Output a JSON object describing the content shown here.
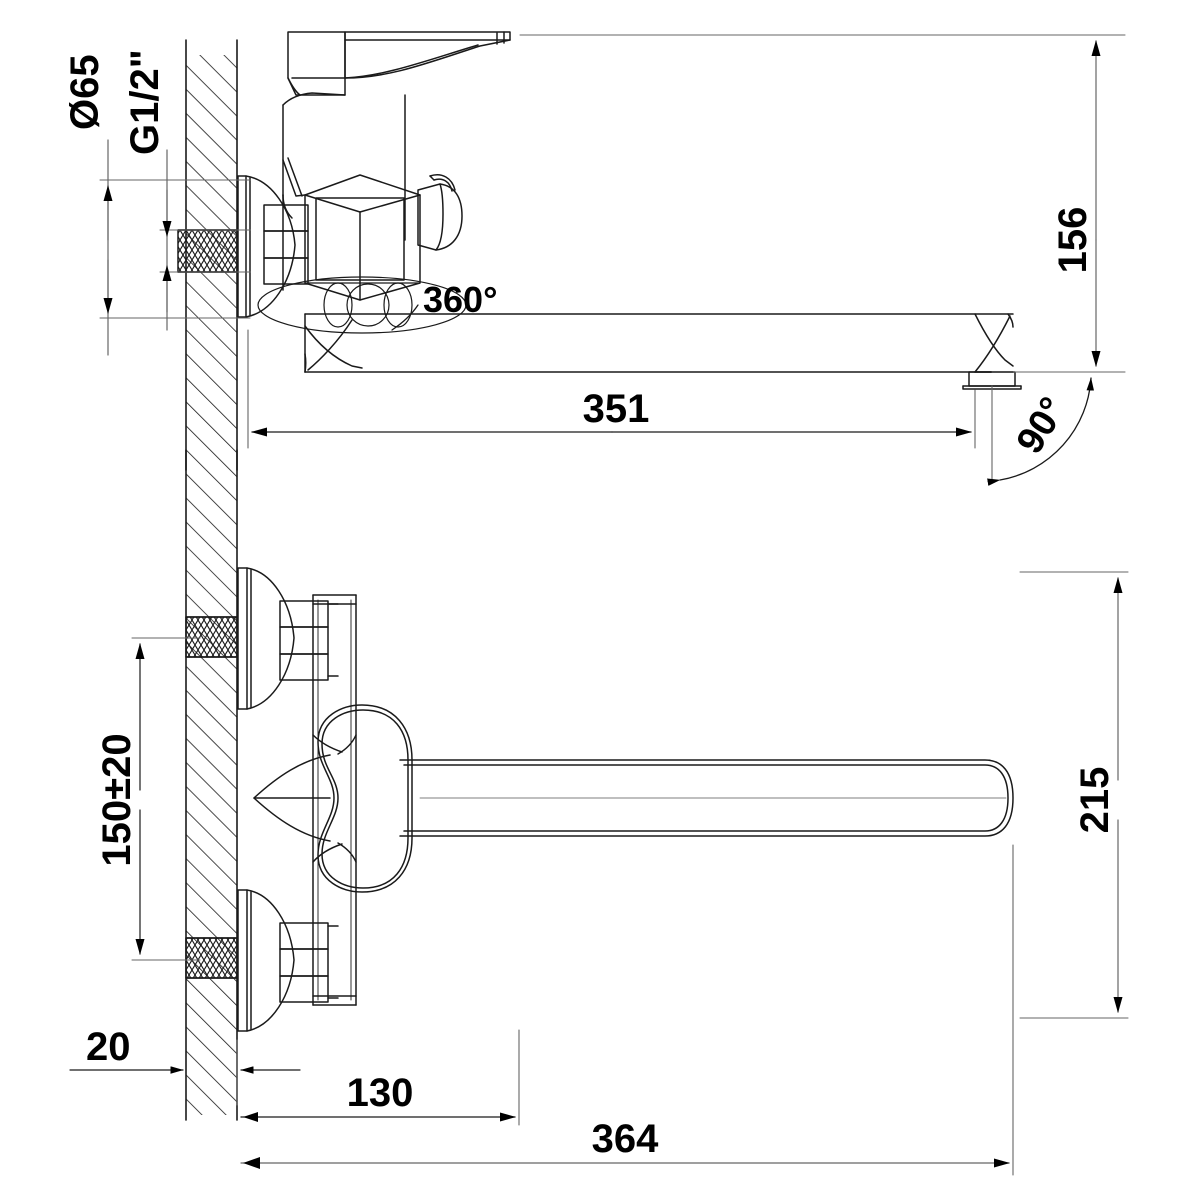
{
  "drawing": {
    "type": "technical-dimension-drawing",
    "subject": "wall-mounted bath/shower mixer tap with long swivel spout",
    "views": [
      {
        "id": "side-view",
        "label": "side elevation (section through wall)"
      },
      {
        "id": "front-view",
        "label": "front elevation (section through wall)"
      }
    ],
    "line_color": "#1a1a1a",
    "dim_line_color": "#555555",
    "hatch_color": "#1a1a1a",
    "background": "#ffffff"
  },
  "dimensions": {
    "diameter_flange": "Ø65",
    "thread": "G1/2\"",
    "swivel_angle": "360°",
    "spout_angle": "90°",
    "spout_reach": "351",
    "spout_height": "156",
    "centre_distance": "150±20",
    "wall_offset": "20",
    "body_depth": "130",
    "overall_length": "364",
    "overall_height": "215"
  },
  "labels": [
    {
      "name": "diameter-65",
      "text": "Ø65",
      "orientation": "vertical"
    },
    {
      "name": "thread-g12",
      "text": "G1/2\"",
      "orientation": "vertical"
    },
    {
      "name": "angle-360",
      "text": "360°",
      "orientation": "horizontal"
    },
    {
      "name": "length-351",
      "text": "351",
      "orientation": "horizontal"
    },
    {
      "name": "height-156",
      "text": "156",
      "orientation": "vertical"
    },
    {
      "name": "angle-90",
      "text": "90°",
      "orientation": "rotated"
    },
    {
      "name": "centres-150",
      "text": "150±20",
      "orientation": "vertical"
    },
    {
      "name": "height-215",
      "text": "215",
      "orientation": "vertical"
    },
    {
      "name": "offset-20",
      "text": "20",
      "orientation": "horizontal"
    },
    {
      "name": "depth-130",
      "text": "130",
      "orientation": "horizontal"
    },
    {
      "name": "length-364",
      "text": "364",
      "orientation": "horizontal"
    }
  ]
}
